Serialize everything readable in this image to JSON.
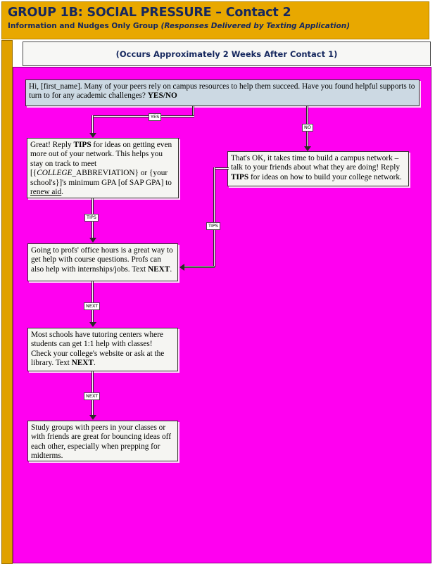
{
  "header": {
    "title": "GROUP 1B: SOCIAL PRESSURE – Contact 2",
    "subtitle_plain": "Information and Nudges Only Group ",
    "subtitle_italic": "(Responses Delivered by Texting Application)",
    "band_note": "(Occurs Approximately 2 Weeks After Contact 1)",
    "colors": {
      "titlebar_bg": "#E8A800",
      "title_text": "#15275e",
      "canvas_bg": "#FF00F0",
      "stripe": "#E0A100"
    }
  },
  "flow": {
    "nodes": [
      {
        "id": "opening",
        "name": "opening-message-box",
        "fill": "#ccd9e3",
        "text_html": "Hi, [first_name]. Many of your peers rely on campus resources to help them succeed. Have you found helpful supports to turn to for any academic challenges? <b>YES/NO</b>",
        "text_plain": "Hi, [first_name]. Many of your peers rely on campus resources to help them succeed. Have you found helpful supports to turn to for any academic challenges? YES/NO"
      },
      {
        "id": "yes-branch",
        "name": "yes-response-box",
        "fill": "#f5f5f2",
        "text_html": "Great! Reply <b>TIPS</b> for ideas on getting even more out of your network. This helps you stay on track to meet [{<i>COLLEGE</i>_ABBREVIATION} or {your school's}]'s minimum GPA [of SAP GPA] to <u>renew aid</u>.",
        "text_plain": "Great! Reply TIPS for ideas on getting even more out of your network. This helps you stay on track to meet [{COLLEGE_ABBREVIATION} or {your school's}]'s minimum GPA [of SAP GPA] to renew aid."
      },
      {
        "id": "no-branch",
        "name": "no-response-box",
        "fill": "#f5f5f2",
        "text_html": "That's OK, it takes time to build a campus network – talk to your friends about what they are doing! Reply <b>TIPS</b> for ideas on how to build your college network.",
        "text_plain": "That's OK, it takes time to build a campus network – talk to your friends about what they are doing! Reply TIPS for ideas on how to build your college network."
      },
      {
        "id": "office-hours",
        "name": "office-hours-tip-box",
        "fill": "#f5f5f2",
        "text_html": "Going to profs' office hours is a great way to get help with course questions. Profs can also help with internships/jobs. Text <b>NEXT</b>.",
        "text_plain": "Going to profs' office hours is a great way to get help with course questions. Profs can also help with internships/jobs. Text NEXT."
      },
      {
        "id": "tutoring",
        "name": "tutoring-center-tip-box",
        "fill": "#f5f5f2",
        "text_html": "Most schools have tutoring centers where students can get 1:1 help with classes! Check your college's website or ask at the library. Text <b>NEXT</b>.",
        "text_plain": "Most schools have tutoring centers where students can get 1:1 help with classes! Check your college's website or ask at the library. Text NEXT."
      },
      {
        "id": "study-groups",
        "name": "study-groups-tip-box",
        "fill": "#f5f5f2",
        "text_html": "Study groups with peers in your classes or with friends are great for bouncing ideas off each other, especially when prepping for midterms.",
        "text_plain": "Study groups with peers in your classes or with friends are great for bouncing ideas off each other, especially when prepping for midterms."
      }
    ],
    "edges": [
      {
        "id": "e-yes",
        "label": "YES",
        "from": "opening",
        "to": "yes-branch"
      },
      {
        "id": "e-no",
        "label": "NO",
        "from": "opening",
        "to": "no-branch"
      },
      {
        "id": "e-tips1",
        "label": "TIPS",
        "from": "yes-branch",
        "to": "office-hours"
      },
      {
        "id": "e-tips2",
        "label": "TIPS",
        "from": "no-branch",
        "to": "office-hours"
      },
      {
        "id": "e-next1",
        "label": "NEXT",
        "from": "office-hours",
        "to": "tutoring"
      },
      {
        "id": "e-next2",
        "label": "NEXT",
        "from": "tutoring",
        "to": "study-groups"
      }
    ]
  }
}
